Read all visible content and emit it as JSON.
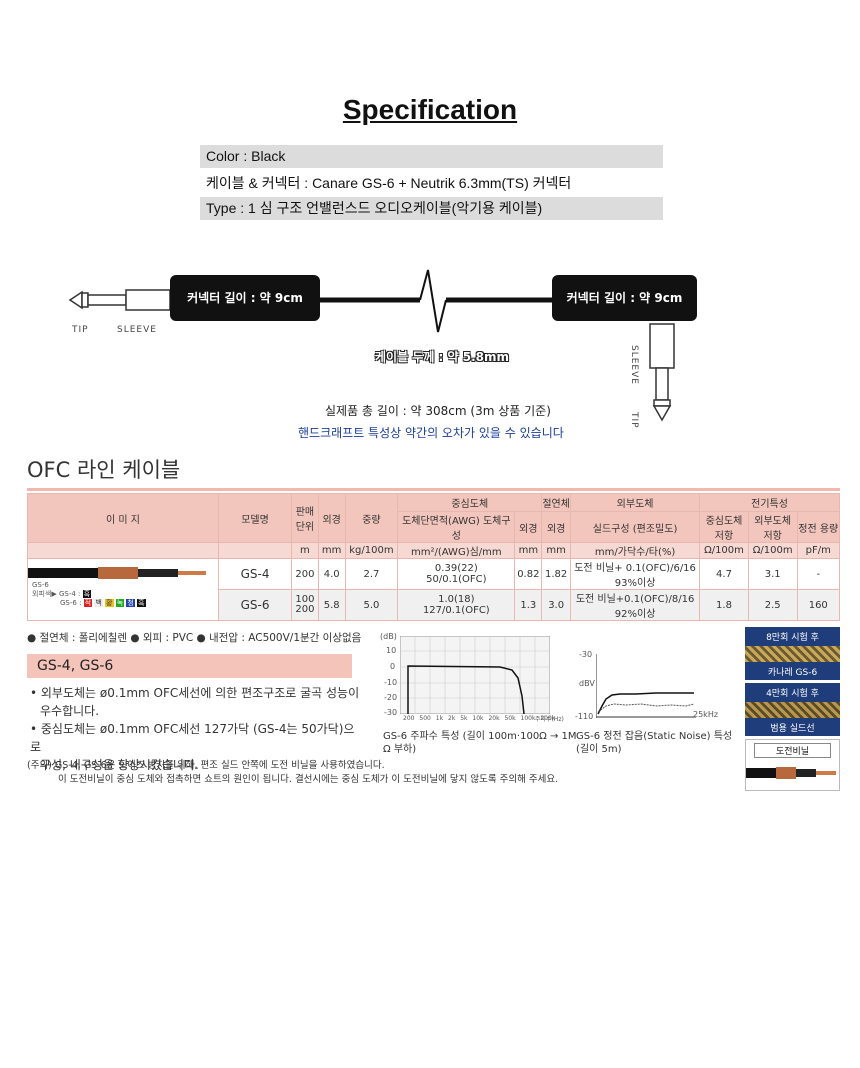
{
  "spec": {
    "title": "Specification",
    "rows": [
      "Color : Black",
      "케이블 & 커넥터 : Canare GS-6 + Neutrik 6.3mm(TS) 커넥터",
      "Type : 1 심 구조 언밸런스드 오디오케이블(악기용 케이블)"
    ]
  },
  "diagram": {
    "left_connector_label": "커넥터 길이 : 약 9cm",
    "right_connector_label": "커넥터 길이 : 약 9cm",
    "tip": "TIP",
    "sleeve": "SLEEVE",
    "thickness": "케이블 두께 : 약 5.8mm",
    "total_length": "실제품 총 길이 : 약 308cm (3m 상품 기준)",
    "tolerance": "핸드크래프트 특성상 약간의 오차가 있을 수 있습니다"
  },
  "ofc": {
    "title": "OFC 라인 케이블",
    "groups": {
      "center": "중심도체",
      "insulator": "절연체",
      "outer": "외부도체",
      "electrical": "전기특성"
    },
    "headers": {
      "image": "이 미 지",
      "model": "모델명",
      "sale_unit": "판매 단위",
      "od": "외경",
      "weight": "중량",
      "cross_section": "도체단면적(AWG) 도체구성",
      "center_od": "외경",
      "ins_od": "외경",
      "shield": "실드구성 (편조밀도)",
      "center_res": "중심도체 저항",
      "outer_res": "외부도체 저항",
      "capacitance": "정전 용량"
    },
    "units": [
      "m",
      "mm",
      "kg/100m",
      "mm²/(AWG)심/mm",
      "mm",
      "mm",
      "mm/가닥수/타(%)",
      "Ω/100m",
      "Ω/100m",
      "pF/m"
    ],
    "rows": [
      {
        "model": "GS-4",
        "unit": "200",
        "od": "4.0",
        "weight": "2.7",
        "cross1": "0.39(22)",
        "cross2": "50/0.1(OFC)",
        "c_od": "0.82",
        "i_od": "1.82",
        "shield1": "도전 비닐+ 0.1(OFC)/6/16",
        "shield2": "93%이상",
        "c_res": "4.7",
        "o_res": "3.1",
        "cap": "-"
      },
      {
        "model": "GS-6",
        "unit": "100 200",
        "od": "5.8",
        "weight": "5.0",
        "cross1": "1.0(18)",
        "cross2": "127/0.1(OFC)",
        "c_od": "1.3",
        "i_od": "3.0",
        "shield1": "도전 비닐+0.1(OFC)/8/16",
        "shield2": "92%이상",
        "c_res": "1.8",
        "o_res": "2.5",
        "cap": "160"
      }
    ],
    "image_labels": {
      "gs6": "GS-6",
      "outer_color": "외피색▶",
      "gs4": "GS-4 :",
      "gs4_color": "흑",
      "gs6c": "GS-6 :",
      "gs6_colors": [
        "적",
        "백",
        "황",
        "녹",
        "청",
        "흑"
      ]
    },
    "material_note": "● 절연체 : 폴리에칠렌  ● 외피 : PVC  ● 내전압 : AC500V/1분간 이상없음",
    "band_title": "GS-4, GS-6",
    "bullets": [
      "• 외부도체는 ø0.1mm OFC세선에 의한 편조구조로 굴곡 성능이",
      "  우수합니다.",
      "• 중심도체는 ø0.1mm OFC세선 127가닥 (GS-4는 50가닥)으로",
      "  구성, 내구성을 향상시켰습니다."
    ],
    "notes": [
      "(주의) GS-4, GS-6은 노이즈 방지를 위해, 편조 실드 안쪽에 도전 비닐을 사용하였습니다.",
      "이 도전비닐이 중심 도체와 접촉하면 쇼트의 원인이 됩니다. 결선시에는 중심 도체가 이 도전비닐에 닿지 않도록 주의해 주세요."
    ],
    "graph1": {
      "unit": "(dB)",
      "yticks": [
        "10",
        "0",
        "-10",
        "-20",
        "-30"
      ],
      "xticks": [
        "200",
        "500",
        "1k",
        "2k",
        "5k",
        "10k",
        "20k",
        "50k",
        "100k",
        "200k"
      ],
      "xunit": "주파수(Hz)",
      "caption1": "GS-6 주파수 특성 (길이 100m·100Ω → 1M",
      "caption2": "Ω 부하)"
    },
    "graph2": {
      "yticks": [
        "-30",
        "dBV",
        "-110"
      ],
      "xend": "25kHz",
      "caption1": "GS-6 정전 잡음(Static Noise) 특성",
      "caption2": "(길이 5m)"
    },
    "photos": {
      "p1_top": "8만회 시험 후",
      "p1_bottom": "카나레 GS-6",
      "p2_top": "4만회 시험 후",
      "p2_bottom": "범용 실드선",
      "p3_top": "도전비닐"
    }
  }
}
